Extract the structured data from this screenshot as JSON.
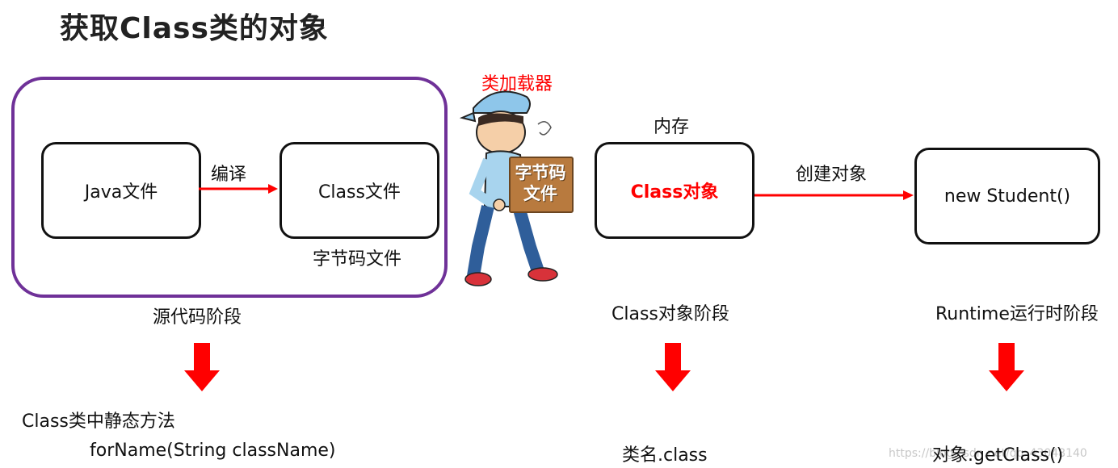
{
  "title": "获取Class类的对象",
  "source_stage": {
    "java_file": "Java文件",
    "compile_label": "编译",
    "class_file": "Class文件",
    "bytecode_file_label": "字节码文件",
    "stage_label": "源代码阶段",
    "method_title": "Class类中静态方法",
    "method_call": "forName(String className)"
  },
  "class_loader": {
    "label": "类加载器",
    "box_text_line1": "字节码",
    "box_text_line2": "文件"
  },
  "class_object_stage": {
    "memory_label": "内存",
    "class_object": "Class对象",
    "stage_label": "Class对象阶段",
    "method_call": "类名.class"
  },
  "runtime_stage": {
    "create_label": "创建对象",
    "new_student": "new Student()",
    "stage_label": "Runtime运行时阶段",
    "method_call": "对象.getClass()"
  },
  "watermark": "https://blog.csdn.net/qq_43048140",
  "colors": {
    "accent_red": "#ff0000",
    "group_border": "#6f3198",
    "box_border": "#111111"
  }
}
